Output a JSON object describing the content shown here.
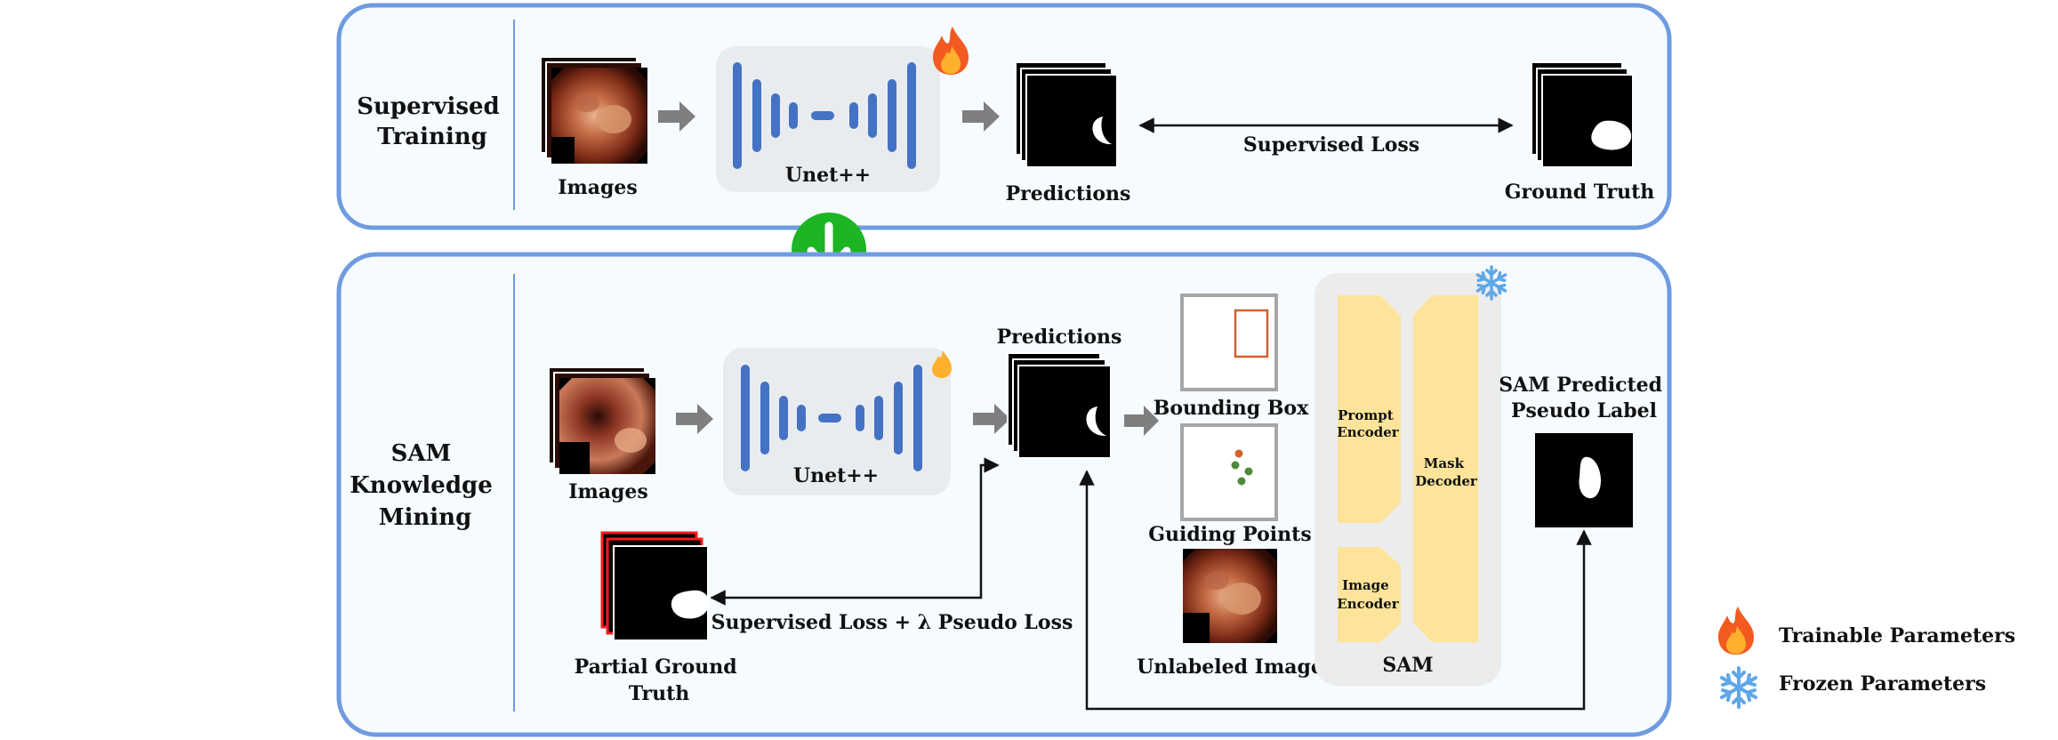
{
  "supervised": {
    "stage_label": [
      "Supervised",
      "Training"
    ],
    "images_label": "Images",
    "model_label": "Unet++",
    "predictions_label": "Predictions",
    "loss_label": "Supervised Loss",
    "gt_label": "Ground Truth"
  },
  "sam_mining": {
    "stage_label": [
      "SAM",
      "Knowledge",
      "Mining"
    ],
    "images_label": "Images",
    "model_label": "Unet++",
    "predictions_label": "Predictions",
    "bbox_label": "Bounding Box",
    "points_label": "Guiding Points",
    "unlabeled_label": "Unlabeled Image",
    "prompt_encoder": [
      "Prompt",
      "Encoder"
    ],
    "image_encoder": [
      "Image",
      "Encoder"
    ],
    "mask_decoder": [
      "Mask",
      "Decoder"
    ],
    "sam_label": "SAM",
    "pseudo_label": [
      "SAM Predicted",
      "Pseudo Label"
    ],
    "partial_gt_label": [
      "Partial Ground",
      "Truth"
    ],
    "loss_label": "Supervised Loss  + λ Pseudo Loss"
  },
  "legend": {
    "trainable": "Trainable Parameters",
    "frozen": "Frozen Parameters"
  },
  "colors": {
    "panel_border": "#6f9be0",
    "panel_fill": "#f5fbff",
    "unet_bar": "#4472c4",
    "sam_block": "#fde49a",
    "arrow_gray": "#7f7f7f",
    "transition_green": "#1db524",
    "bbox_orange": "#d4622a"
  }
}
